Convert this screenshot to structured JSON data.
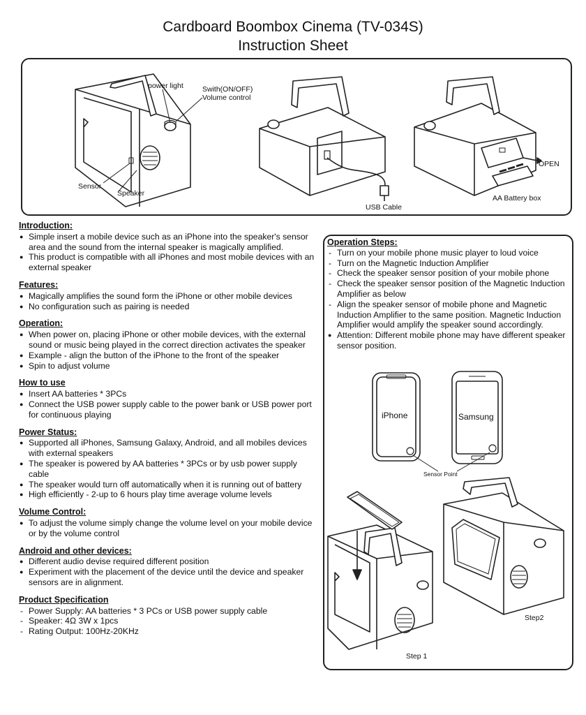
{
  "header": {
    "title": "Cardboard Boombox Cinema (TV-034S)",
    "subtitle": "Instruction Sheet"
  },
  "diagram_labels": {
    "power_light": "power light",
    "switch_line1": "Swith(ON/OFF)",
    "switch_line2": "Volume control",
    "sensor": "Sensor",
    "speaker": "Speaker",
    "usb_cable": "USB Cable",
    "open": "OPEN",
    "battery_box": "AA Battery box"
  },
  "sections": [
    {
      "title": "Introduction:",
      "style": "bullet",
      "items": [
        "Simple insert a mobile device such as an iPhone into the speaker's sensor area and the sound from the internal speaker is magically amplified.",
        "This product is compatible with all iPhones and most mobile devices with an external speaker"
      ]
    },
    {
      "title": "Features:",
      "style": "bullet",
      "items": [
        "Magically amplifies the sound form the iPhone or other mobile devices",
        "No configuration such as pairing is needed"
      ]
    },
    {
      "title": "Operation:",
      "style": "bullet",
      "items": [
        "When power on, placing iPhone or other mobile devices, with the external sound or music being played in the correct direction activates the speaker",
        "Example - align the button of the iPhone to the front of the speaker",
        "Spin to adjust volume"
      ]
    },
    {
      "title": "How to use",
      "style": "bullet",
      "items": [
        "Insert AA batteries * 3PCs",
        "Connect the USB power supply cable to the power bank or USB power port for continuous playing"
      ]
    },
    {
      "title": "Power Status:",
      "style": "bullet",
      "items": [
        "Supported all iPhones, Samsung Galaxy, Android, and all mobiles devices with external speakers",
        "The speaker is powered by AA batteries * 3PCs or by usb power supply cable",
        "The speaker would turn off automatically when it is running out of battery",
        "High efficiently -  2-up to 6 hours play time average volume levels"
      ]
    },
    {
      "title": "Volume Control:",
      "style": "bullet",
      "items": [
        "To adjust the volume simply change the volume level on your mobile device or by the volume control"
      ]
    },
    {
      "title": "Android and other devices:",
      "style": "bullet",
      "items": [
        "Different audio devise required different position",
        "Experiment with the placement of the device until the device and speaker sensors are in alignment."
      ]
    },
    {
      "title": "Product Specification",
      "style": "dash",
      "items": [
        "Power Supply: AA batteries * 3 PCs or USB power supply cable",
        "Speaker: 4Ω 3W x 1pcs",
        "Rating Output: 100Hz-20KHz"
      ]
    }
  ],
  "operation_steps": {
    "title": "Operation Steps:",
    "items": [
      "Turn on your mobile phone music player to loud voice",
      "Turn on the Magnetic Induction Amplifier",
      "Check the speaker sensor position of your mobile phone",
      "Check the speaker sensor position of the Magnetic Induction Amplifier as below",
      "Align the speaker sensor of mobile phone and Magnetic Induction Amplifier to the same position.  Magnetic Induction Amplifier would amplify the speaker sound accordingly."
    ],
    "attention": "Attention: Different mobile phone may have different speaker sensor position."
  },
  "phones": {
    "iphone": "iPhone",
    "samsung": "Samsung",
    "sensor_point": "Sensor Point"
  },
  "steps": {
    "step1": "Step 1",
    "step2": "Step2"
  }
}
